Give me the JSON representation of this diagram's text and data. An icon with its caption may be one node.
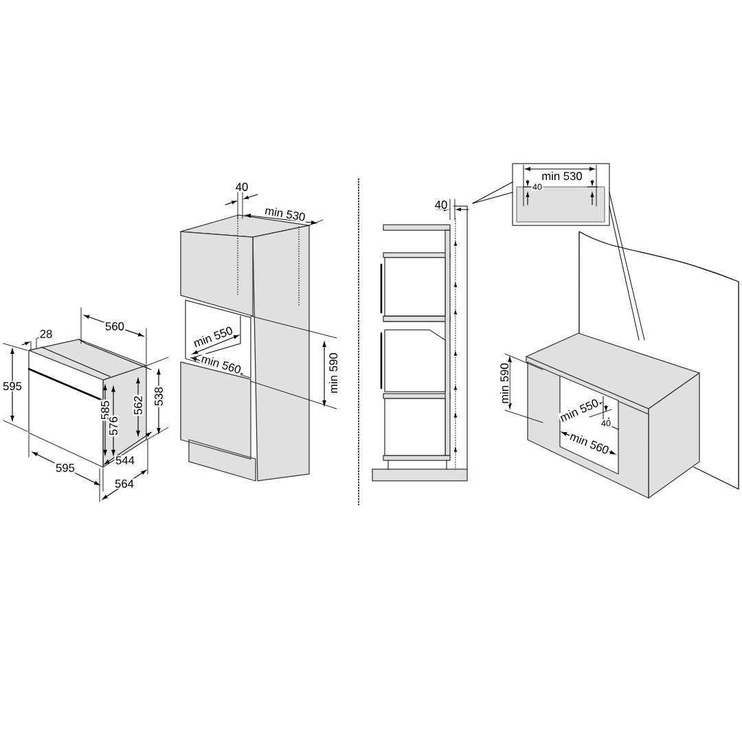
{
  "diagram": {
    "labels": [
      "28",
      "560",
      "595",
      "585",
      "576",
      "562",
      "538",
      "544",
      "595",
      "564",
      "40",
      "min 530",
      "min 550",
      "min 560",
      "min 590",
      "40",
      "min 530",
      "40",
      "min 590",
      "min 550",
      "40",
      "min 560"
    ]
  }
}
